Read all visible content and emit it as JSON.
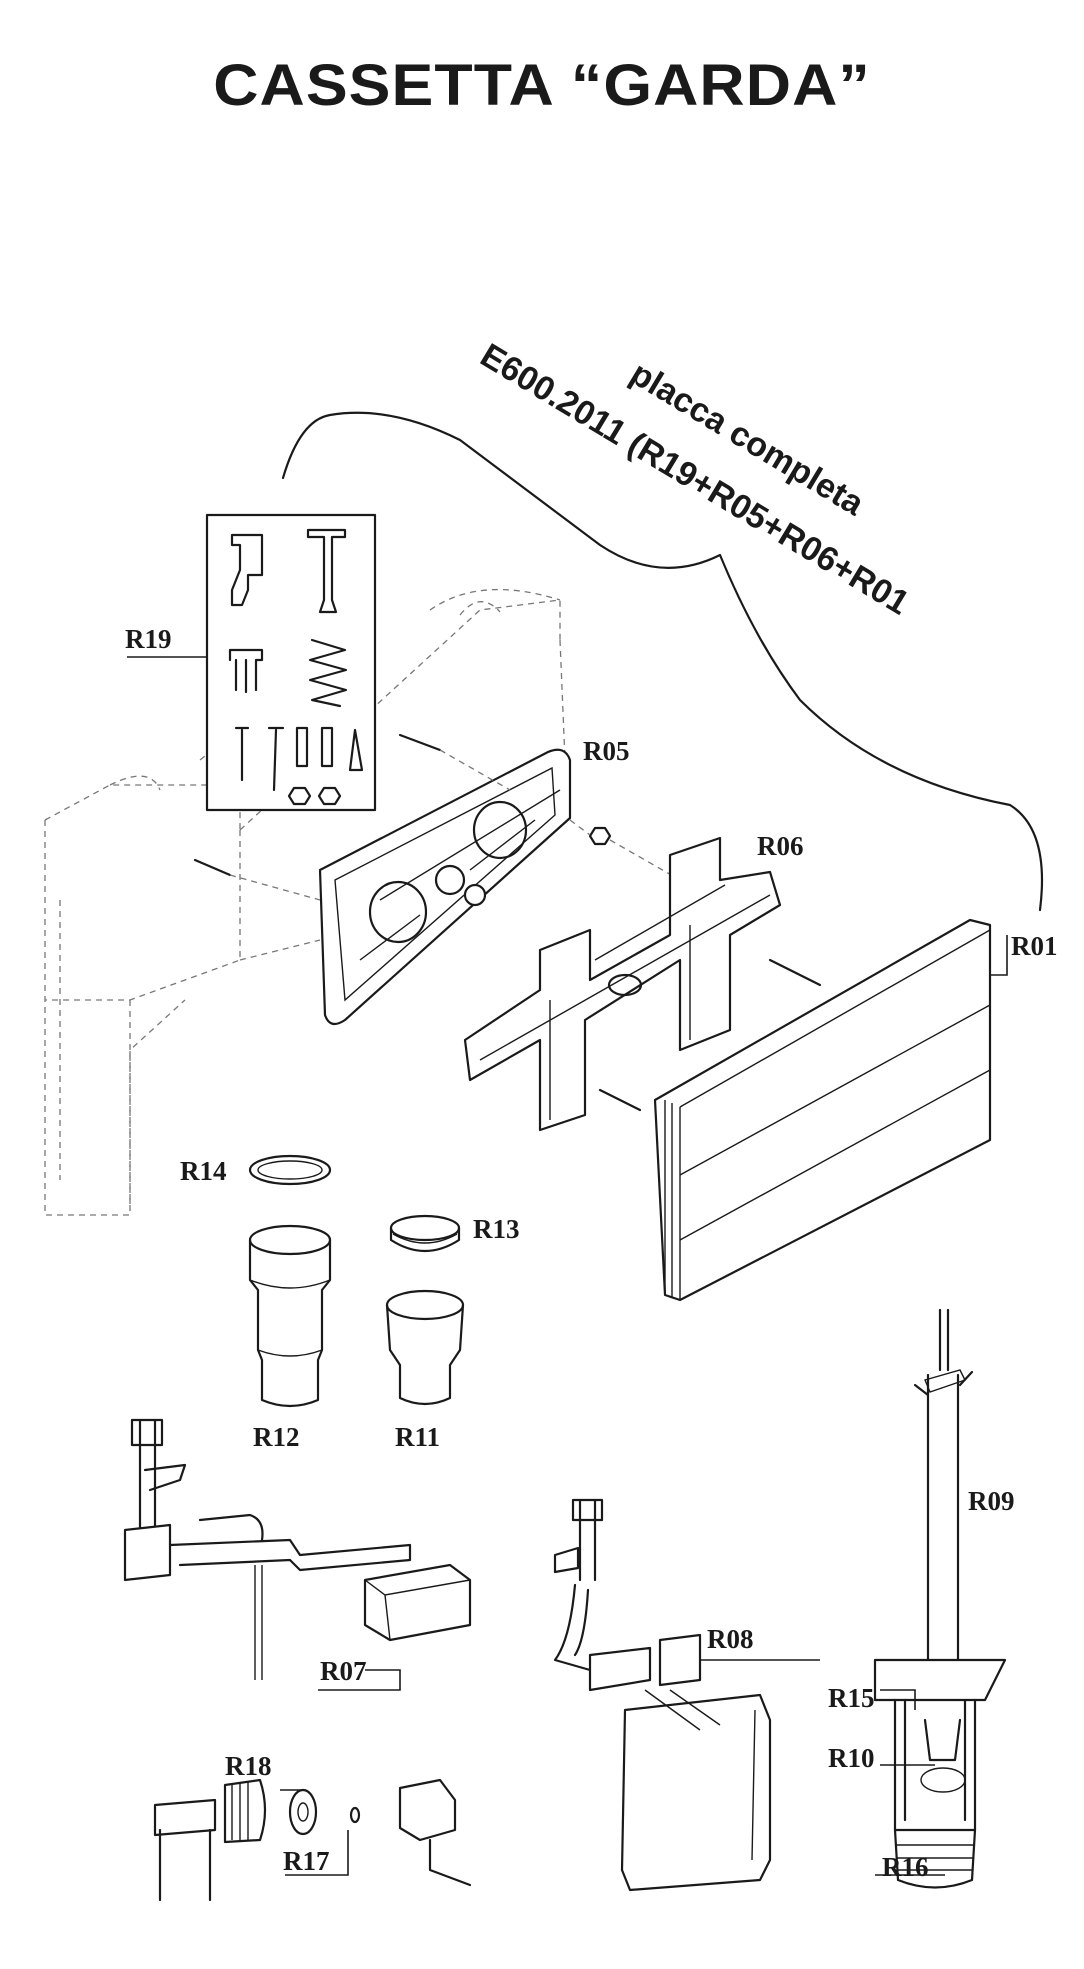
{
  "title": "CASSETTA “GARDA”",
  "annotation": {
    "line1": "placca completa",
    "line2": "E600.2011 (R19+R05+R06+R01"
  },
  "labels": {
    "r19": "R19",
    "r05": "R05",
    "r06": "R06",
    "r01": "R01",
    "r14": "R14",
    "r13": "R13",
    "r12": "R12",
    "r11": "R11",
    "r09": "R09",
    "r07": "R07",
    "r08": "R08",
    "r15": "R15",
    "r10": "R10",
    "r16": "R16",
    "r18": "R18",
    "r17": "R17"
  }
}
